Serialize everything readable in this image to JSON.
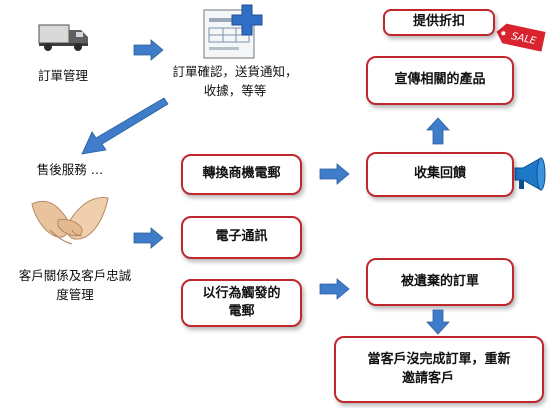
{
  "nodes": {
    "order_mgmt": "訂單管理",
    "order_confirm_line1": "訂單確認，送貨通知，",
    "order_confirm_line2": "收據，等等",
    "after_sales": "售後服務 …",
    "crm_line1": "客戶關係及客戶忠誠",
    "crm_line2": "度管理",
    "convert_email": "轉換商機電郵",
    "newsletter": "電子通訊",
    "behavior_email_line1": "以行為觸發的",
    "behavior_email_line2": "電郵",
    "discount": "提供折扣",
    "promote": "宣傳相關的產品",
    "feedback": "收集回饋",
    "abandoned": "被遺棄的訂單",
    "reinvite_line1": "當客戶沒完成訂單，重新",
    "reinvite_line2": "邀請客戶"
  },
  "icons": {
    "sale_tag_text": "SALE",
    "dollar_symbol": "$"
  },
  "colors": {
    "box_border": "#c0272d",
    "arrow": "#3f7cc9",
    "sale_tag": "#d9232e"
  }
}
